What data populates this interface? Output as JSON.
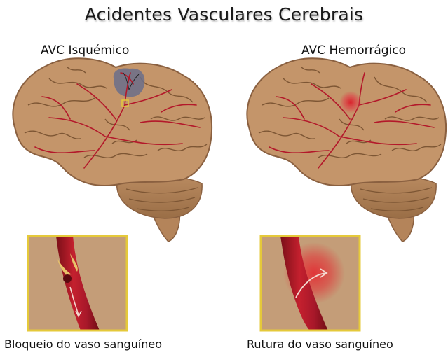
{
  "title": "Acidentes Vasculares Cerebrais",
  "left_panel": {
    "label": "AVC Isquémico",
    "caption": "Bloqueio do vaso sanguíneo"
  },
  "right_panel": {
    "label": "AVC Hemorrágico",
    "caption": "Rutura do vaso sanguíneo"
  },
  "colors": {
    "brain": "#c4956a",
    "brain_outline": "#8a6040",
    "vessel": "#b3182a",
    "blockage": "#6b6e8a",
    "bleed": "#d9282e",
    "inset_border": "#e5c93a",
    "inset_bg": "#c49d78"
  }
}
